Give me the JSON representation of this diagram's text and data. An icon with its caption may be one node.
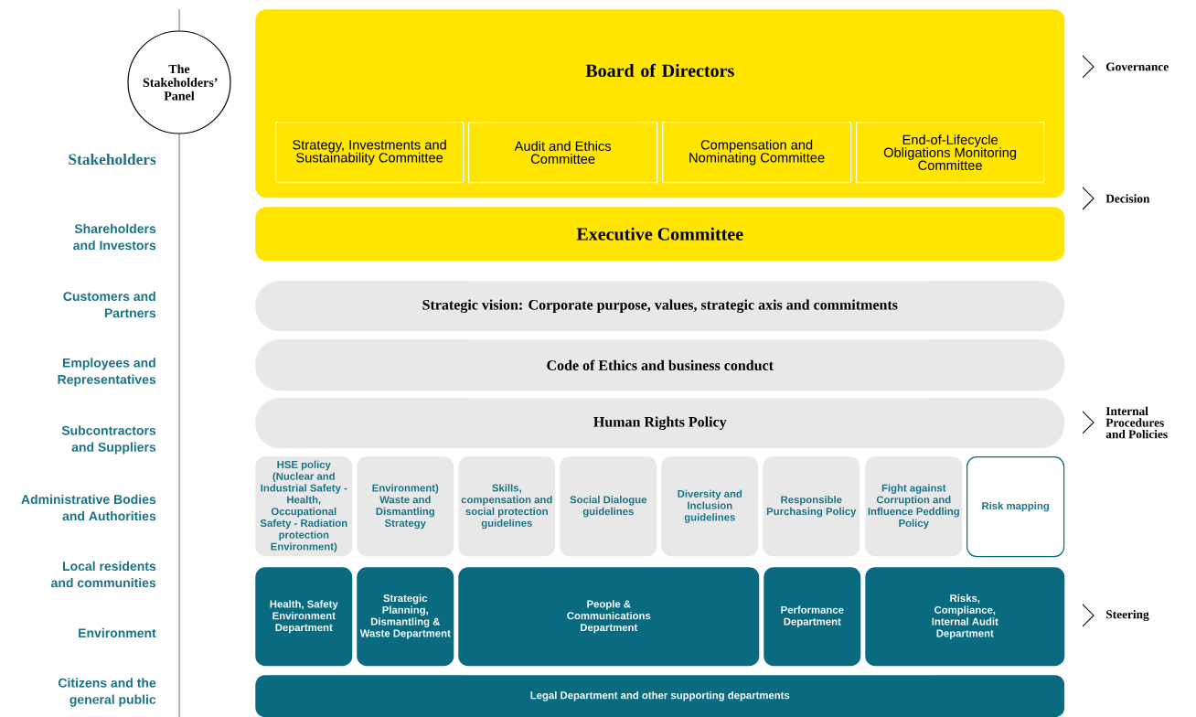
{
  "diagram": {
    "nodes": [
      {
        "text": [
          "The Stakeholders’ Panel"
        ]
      },
      {
        "text": [
          "Board of Directors"
        ]
      },
      {
        "text": [
          "Strategy, Investments and Sustainability Committee"
        ],
        "in": 1
      },
      {
        "text": [
          "Audit and Ethics Committee"
        ],
        "in": 1
      },
      {
        "text": [
          "Compensation and Nominating Committee"
        ],
        "in": 1
      },
      {
        "text": [
          "End-of-Lifecycle Obligations Monitoring Committee"
        ],
        "in": 1
      },
      {
        "text": [
          "Executive Committee"
        ]
      },
      {
        "text": [
          "Strategic vision: Corporate purpose, values, strategic axis and commitments"
        ]
      },
      {
        "text": [
          "Code of Ethics and business conduct"
        ]
      },
      {
        "text": [
          "Human Rights Policy"
        ]
      },
      {
        "text": [
          "HSE policy (Nuclear and Industrial Safety - Health, Occupational Safety - Radiation protection Environment)"
        ]
      },
      {
        "text": [
          "Environment) Waste and Dismantling Strategy"
        ]
      },
      {
        "text": [
          "Skills, compensation and social protection guidelines"
        ]
      },
      {
        "text": [
          "Social Dialogue guidelines"
        ]
      },
      {
        "text": [
          "Diversity and Inclusion guidelines"
        ]
      },
      {
        "text": [
          "Responsible Purchasing Policy"
        ]
      },
      {
        "text": [
          "Fight against Corruption and Influence Peddling Policy"
        ]
      },
      {
        "text": [
          "Risk mapping"
        ]
      },
      {
        "text": [
          "Health, Safety Environment Department"
        ]
      },
      {
        "text": [
          "Strategic Planning, Dismantling & Waste Department"
        ]
      },
      {
        "text": [
          "People & Communications Department"
        ]
      },
      {
        "text": [
          "Performance Department"
        ]
      },
      {
        "text": [
          "Risks, Compliance, Internal Audit Department"
        ]
      },
      {
        "text": [
          "Legal Department and other supporting departments"
        ]
      }
    ],
    "labels": [
      "Stakeholders",
      "Shareholders and Investors",
      "Customers and Partners",
      "Employees and Representatives",
      "Subcontractors and Suppliers",
      "Administrative Bodies and Authorities",
      "Local residents and communities",
      "Environment",
      "Citizens and the general public",
      "Governance",
      "Decision",
      "Internal Procedures and Policies",
      "Steering"
    ]
  }
}
